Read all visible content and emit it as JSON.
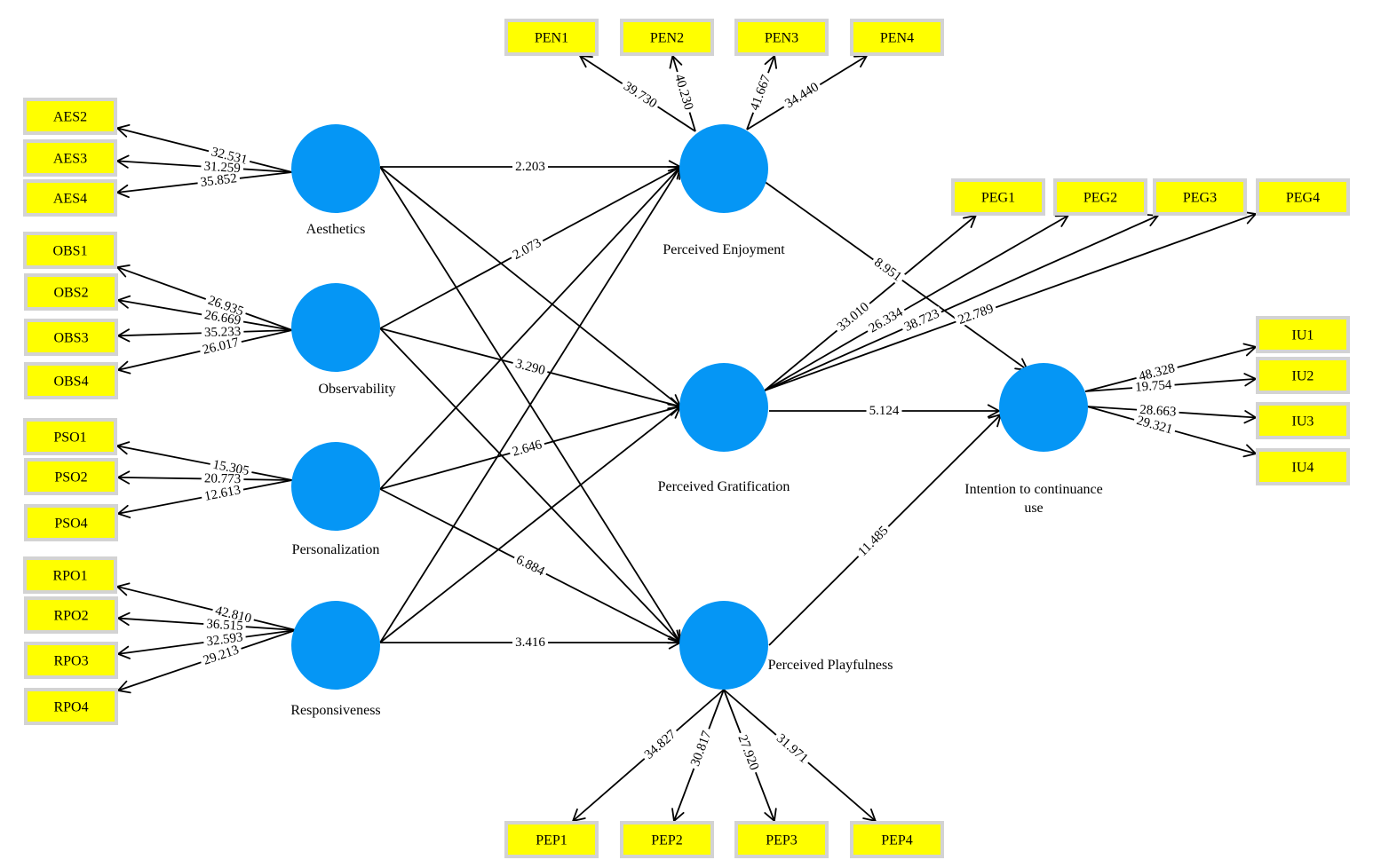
{
  "diagram": {
    "type": "structural-equation-model",
    "colors": {
      "latent": "#0596f5",
      "indicator": "#ffff00",
      "indicator_border": "#d3d3d3",
      "edge": "#000000"
    },
    "latent_variables": [
      {
        "id": "AES",
        "label": "Aesthetics"
      },
      {
        "id": "OBS",
        "label": "Observability"
      },
      {
        "id": "PSO",
        "label": "Personalization"
      },
      {
        "id": "RPO",
        "label": "Responsiveness"
      },
      {
        "id": "PEN",
        "label": "Perceived Enjoyment"
      },
      {
        "id": "PEG",
        "label": "Perceived Gratification"
      },
      {
        "id": "PEP",
        "label": "Perceived Playfulness"
      },
      {
        "id": "IU",
        "label": "Intention to continuance use"
      }
    ],
    "indicators": [
      {
        "id": "AES2",
        "label": "AES2",
        "latent": "AES",
        "value": "32.531"
      },
      {
        "id": "AES3",
        "label": "AES3",
        "latent": "AES",
        "value": "31.259"
      },
      {
        "id": "AES4",
        "label": "AES4",
        "latent": "AES",
        "value": "35.852"
      },
      {
        "id": "OBS1",
        "label": "OBS1",
        "latent": "OBS",
        "value": "26.935"
      },
      {
        "id": "OBS2",
        "label": "OBS2",
        "latent": "OBS",
        "value": "26.669"
      },
      {
        "id": "OBS3",
        "label": "OBS3",
        "latent": "OBS",
        "value": "35.233"
      },
      {
        "id": "OBS4",
        "label": "OBS4",
        "latent": "OBS",
        "value": "26.017"
      },
      {
        "id": "PSO1",
        "label": "PSO1",
        "latent": "PSO",
        "value": "15.305"
      },
      {
        "id": "PSO2",
        "label": "PSO2",
        "latent": "PSO",
        "value": "20.773"
      },
      {
        "id": "PSO4",
        "label": "PSO4",
        "latent": "PSO",
        "value": "12.613"
      },
      {
        "id": "RPO1",
        "label": "RPO1",
        "latent": "RPO",
        "value": "42.810"
      },
      {
        "id": "RPO2",
        "label": "RPO2",
        "latent": "RPO",
        "value": "36.515"
      },
      {
        "id": "RPO3",
        "label": "RPO3",
        "latent": "RPO",
        "value": "32.593"
      },
      {
        "id": "RPO4",
        "label": "RPO4",
        "latent": "RPO",
        "value": "29.213"
      },
      {
        "id": "PEN1",
        "label": "PEN1",
        "latent": "PEN",
        "value": "39.730"
      },
      {
        "id": "PEN2",
        "label": "PEN2",
        "latent": "PEN",
        "value": "40.230"
      },
      {
        "id": "PEN3",
        "label": "PEN3",
        "latent": "PEN",
        "value": "41.667"
      },
      {
        "id": "PEN4",
        "label": "PEN4",
        "latent": "PEN",
        "value": "34.440"
      },
      {
        "id": "PEG1",
        "label": "PEG1",
        "latent": "PEG",
        "value": "33.010"
      },
      {
        "id": "PEG2",
        "label": "PEG2",
        "latent": "PEG",
        "value": "26.334"
      },
      {
        "id": "PEG3",
        "label": "PEG3",
        "latent": "PEG",
        "value": "38.723"
      },
      {
        "id": "PEG4",
        "label": "PEG4",
        "latent": "PEG",
        "value": "22.789"
      },
      {
        "id": "IU1",
        "label": "IU1",
        "latent": "IU",
        "value": "48.328"
      },
      {
        "id": "IU2",
        "label": "IU2",
        "latent": "IU",
        "value": "19.754"
      },
      {
        "id": "IU3",
        "label": "IU3",
        "latent": "IU",
        "value": "28.663"
      },
      {
        "id": "IU4",
        "label": "IU4",
        "latent": "IU",
        "value": "29.321"
      },
      {
        "id": "PEP1",
        "label": "PEP1",
        "latent": "PEP",
        "value": "34.827"
      },
      {
        "id": "PEP2",
        "label": "PEP2",
        "latent": "PEP",
        "value": "30.817"
      },
      {
        "id": "PEP3",
        "label": "PEP3",
        "latent": "PEP",
        "value": "27.920"
      },
      {
        "id": "PEP4",
        "label": "PEP4",
        "latent": "PEP",
        "value": "31.971"
      }
    ],
    "paths": [
      {
        "from": "AES",
        "to": "PEN",
        "value": "2.203"
      },
      {
        "from": "AES",
        "to": "PEG",
        "value": ""
      },
      {
        "from": "AES",
        "to": "PEP",
        "value": ""
      },
      {
        "from": "OBS",
        "to": "PEN",
        "value": "2.073"
      },
      {
        "from": "OBS",
        "to": "PEG",
        "value": "3.290"
      },
      {
        "from": "OBS",
        "to": "PEP",
        "value": ""
      },
      {
        "from": "PSO",
        "to": "PEN",
        "value": ""
      },
      {
        "from": "PSO",
        "to": "PEG",
        "value": "2.646"
      },
      {
        "from": "PSO",
        "to": "PEP",
        "value": "6.884"
      },
      {
        "from": "RPO",
        "to": "PEN",
        "value": ""
      },
      {
        "from": "RPO",
        "to": "PEG",
        "value": ""
      },
      {
        "from": "RPO",
        "to": "PEP",
        "value": "3.416"
      },
      {
        "from": "PEN",
        "to": "IU",
        "value": "8.951"
      },
      {
        "from": "PEG",
        "to": "IU",
        "value": "5.124"
      },
      {
        "from": "PEP",
        "to": "IU",
        "value": "11.485"
      }
    ]
  }
}
